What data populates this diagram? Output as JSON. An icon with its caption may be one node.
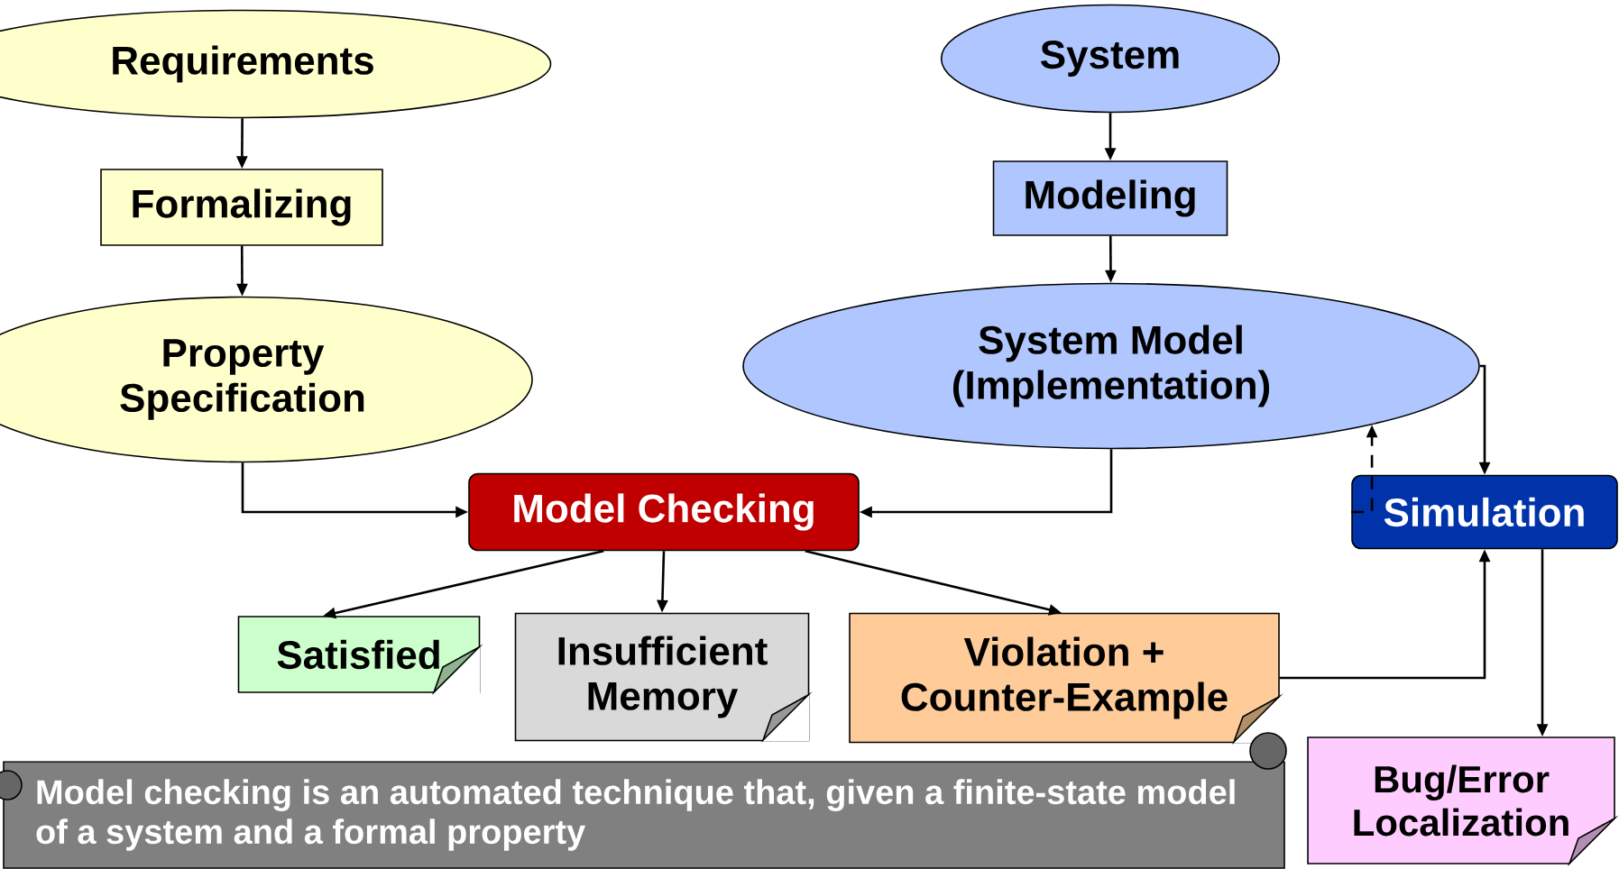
{
  "diagram": {
    "nodes": [
      {
        "text": [
          "Requirements"
        ]
      },
      {
        "text": [
          "Formalizing"
        ]
      },
      {
        "text": [
          "Property Specification"
        ]
      },
      {
        "text": [
          "System"
        ]
      },
      {
        "text": [
          "Modeling"
        ]
      },
      {
        "text": [
          "System Model (Implementation)"
        ]
      },
      {
        "text": [
          "Model Checking"
        ]
      },
      {
        "text": [
          "Simulation"
        ]
      },
      {
        "text": [
          "Satisfied"
        ]
      },
      {
        "text": [
          "Insufficient Memory"
        ]
      },
      {
        "text": [
          "Violation + Counter-Example"
        ]
      },
      {
        "text": [
          "Bug/Error Localization"
        ]
      },
      {
        "text": [
          "Model checking is an automated technique that, given a finite-state model of a system and a formal property"
        ]
      }
    ],
    "edges": [
      {
        "from": 0,
        "to": 1,
        "arrow": "to"
      },
      {
        "from": 1,
        "to": 2,
        "arrow": "to"
      },
      {
        "from": 2,
        "to": 6,
        "arrow": "to"
      },
      {
        "from": 3,
        "to": 4,
        "arrow": "to"
      },
      {
        "from": 4,
        "to": 5,
        "arrow": "to"
      },
      {
        "from": 5,
        "to": 6,
        "arrow": "to"
      },
      {
        "from": 6,
        "to": 8,
        "arrow": "to"
      },
      {
        "from": 6,
        "to": 9,
        "arrow": "to"
      },
      {
        "from": 6,
        "to": 10,
        "arrow": "to"
      },
      {
        "from": 5,
        "to": 7,
        "arrow": "to"
      },
      {
        "from": 10,
        "to": 7,
        "arrow": "to"
      },
      {
        "from": 7,
        "to": 5,
        "arrow": "to",
        "style": "dashed"
      },
      {
        "from": 7,
        "to": 11,
        "arrow": "to"
      }
    ]
  }
}
